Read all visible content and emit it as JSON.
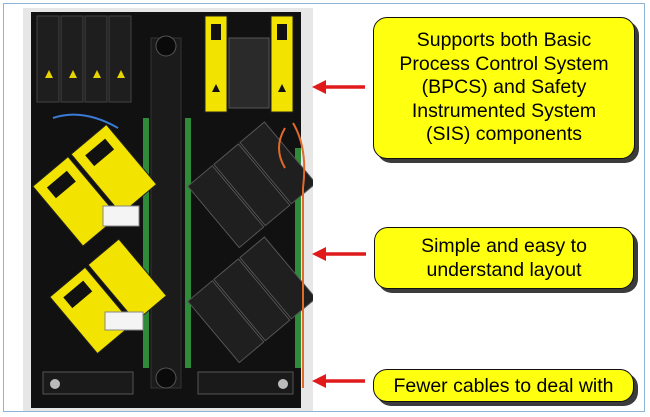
{
  "callouts": [
    {
      "text": "Supports both Basic\nProcess Control System\n(BPCS) and Safety\nInstrumented System\n(SIS) components"
    },
    {
      "text": "Simple and easy to\nunderstand layout"
    },
    {
      "text": "Fewer cables to deal with"
    }
  ],
  "colors": {
    "callout_fill": "#ffff10",
    "arrow": "#e01a1a",
    "frame_border": "#8fb4d6"
  },
  "icons": [
    "hardware-photo",
    "arrow-left-icon"
  ]
}
